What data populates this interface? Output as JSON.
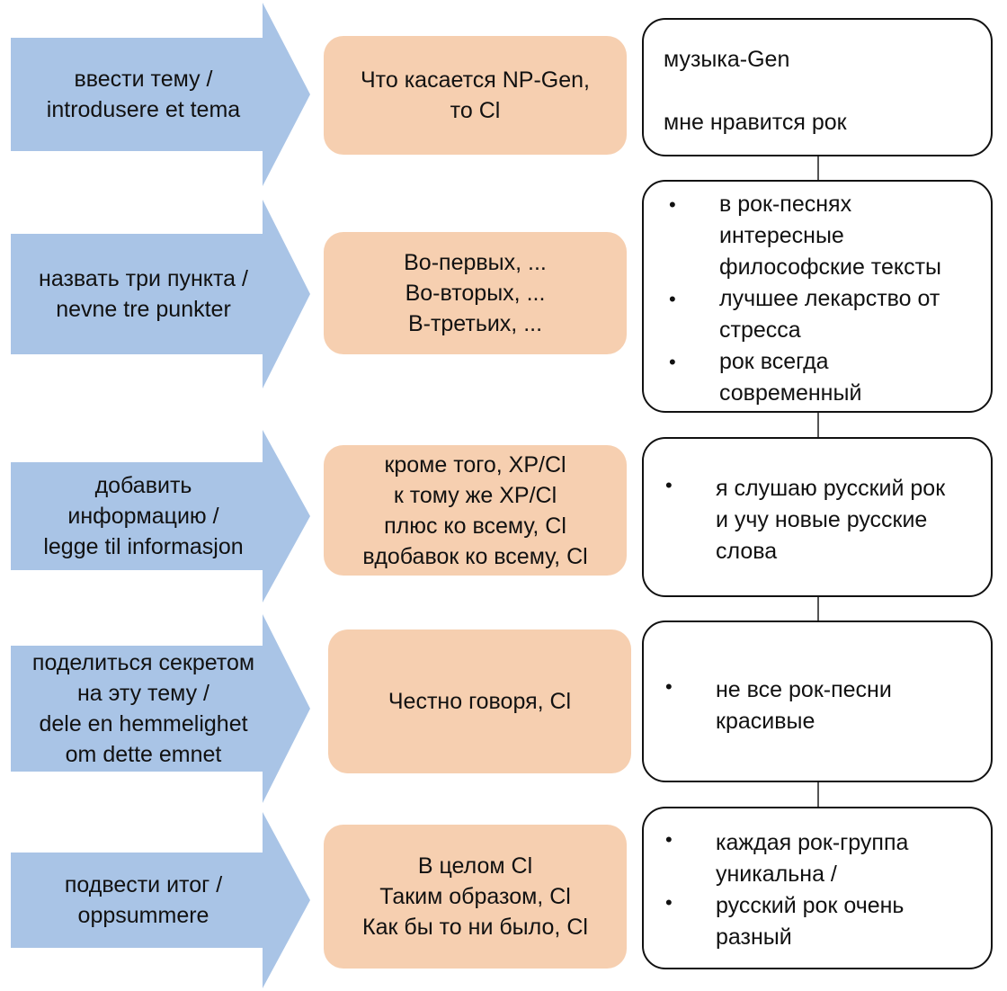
{
  "rows": [
    {
      "arrow_lines": [
        "ввести тему /",
        "introdusere et tema"
      ],
      "box_lines": [
        "Что касается NP-Gen,",
        "то Cl"
      ],
      "card_plain": [
        "музыка-Gen",
        "мне нравится рок"
      ],
      "card_bullets": []
    },
    {
      "arrow_lines": [
        "назвать три пункта /",
        "nevne tre punkter"
      ],
      "box_lines": [
        "Во-первых, ...",
        "Во-вторых, ...",
        "В-третьих, ..."
      ],
      "card_plain": [],
      "card_bullets": [
        [
          "в рок-песнях",
          "интересные",
          "философские тексты"
        ],
        [
          "лучшее лекарство от",
          "стресса"
        ],
        [
          "рок всегда",
          "современный"
        ]
      ]
    },
    {
      "arrow_lines": [
        "добавить",
        "информацию /",
        "legge til informasjon"
      ],
      "box_lines": [
        "кроме того, XP/Cl",
        "к тому же XP/Cl",
        "плюс ко всему, Cl",
        "вдобавок ко всему, Cl"
      ],
      "card_plain": [],
      "card_bullets": [
        [
          "я слушаю русский рок",
          "и учу новые русские",
          "слова"
        ]
      ]
    },
    {
      "arrow_lines": [
        "поделиться секретом",
        "на эту тему /",
        "dele en hemmelighet",
        "om dette emnet"
      ],
      "box_lines": [
        "Честно говоря, Cl"
      ],
      "card_plain": [],
      "card_bullets": [
        [
          "не все рок-песни",
          "красивые"
        ]
      ]
    },
    {
      "arrow_lines": [
        "подвести итог /",
        "oppsummere"
      ],
      "box_lines": [
        "В целом Cl",
        "Таким образом, Cl",
        "Как бы то ни было, Cl"
      ],
      "card_plain": [],
      "card_bullets": [
        [
          "каждая рок-группа",
          "уникальна /"
        ],
        [
          "русский рок очень",
          "разный"
        ]
      ]
    }
  ],
  "colors": {
    "arrow_fill": "#a9c4e6",
    "box_fill": "#f6cfb0",
    "card_border": "#111111"
  }
}
